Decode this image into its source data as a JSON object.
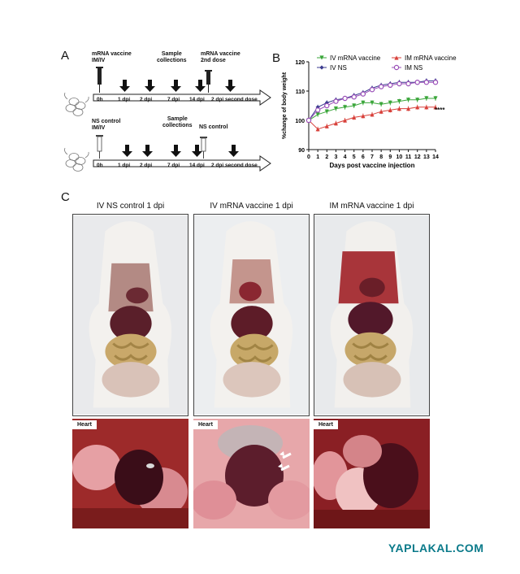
{
  "panel_a": {
    "letter": "A",
    "timeline1": {
      "group_label_1": "mRNA vaccine",
      "group_label_2": "IM/IV",
      "sample_label_1": "Sample",
      "sample_label_2": "collections",
      "second_dose_label_1": "mRNA vaccine",
      "second_dose_label_2": "2nd dose",
      "ticks": [
        "0h",
        "1 dpi",
        "2 dpi",
        "7 dpi",
        "14 dpi",
        "2 dpi  second dose"
      ]
    },
    "timeline2": {
      "group_label_1": "NS control",
      "group_label_2": "IM/IV",
      "sample_label_1": "Sample",
      "sample_label_2": "collections",
      "second_dose_label": "NS control",
      "ticks": [
        "0h",
        "1 dpi",
        "2 dpi",
        "7 dpi",
        "14 dpi",
        "2 dpi  second dose"
      ]
    }
  },
  "panel_b": {
    "letter": "B",
    "significance": "****"
  },
  "chart_data": {
    "type": "line",
    "xlabel": "Days post vaccine injection",
    "ylabel": "%change of body weight",
    "x": [
      0,
      1,
      2,
      3,
      4,
      5,
      6,
      7,
      8,
      9,
      10,
      11,
      12,
      13,
      14
    ],
    "xlim": [
      0,
      14
    ],
    "ylim": [
      90,
      120
    ],
    "yticks": [
      90,
      100,
      110,
      120
    ],
    "legend_position": "top",
    "series": [
      {
        "name": "IV mRNA vaccine",
        "color": "#3aa63a",
        "marker": "triangle-down",
        "values": [
          100,
          102,
          103,
          104,
          104.5,
          105,
          106,
          106,
          105.5,
          106,
          106.5,
          107,
          107,
          107.5,
          107.5
        ]
      },
      {
        "name": "IM mRNA vaccine",
        "color": "#d8413b",
        "marker": "triangle-up",
        "values": [
          100,
          97,
          98,
          99,
          100,
          101,
          101.5,
          102,
          103,
          103.5,
          104,
          104,
          104.5,
          104.5,
          104.5
        ]
      },
      {
        "name": "IV NS",
        "color": "#3b3b8f",
        "marker": "diamond",
        "values": [
          100,
          104.5,
          106,
          107,
          107.5,
          108.5,
          109.5,
          111,
          112,
          112.5,
          113,
          113,
          113,
          113.5,
          113.5
        ]
      },
      {
        "name": "IM NS",
        "color": "#9a4fb8",
        "marker": "circle",
        "values": [
          100,
          103.5,
          105,
          106.5,
          107.5,
          108,
          109,
          110.5,
          111.5,
          112,
          112.5,
          112.5,
          113,
          113,
          113
        ]
      }
    ]
  },
  "panel_c": {
    "letter": "C",
    "photos": [
      {
        "title": "IV  NS control  1 dpi",
        "heart_label": "Heart"
      },
      {
        "title": "IV mRNA vaccine  1 dpi",
        "heart_label": "Heart"
      },
      {
        "title": "IM mRNA vaccine  1 dpi",
        "heart_label": "Heart"
      }
    ]
  },
  "watermark": "YAPLAKAL.COM"
}
